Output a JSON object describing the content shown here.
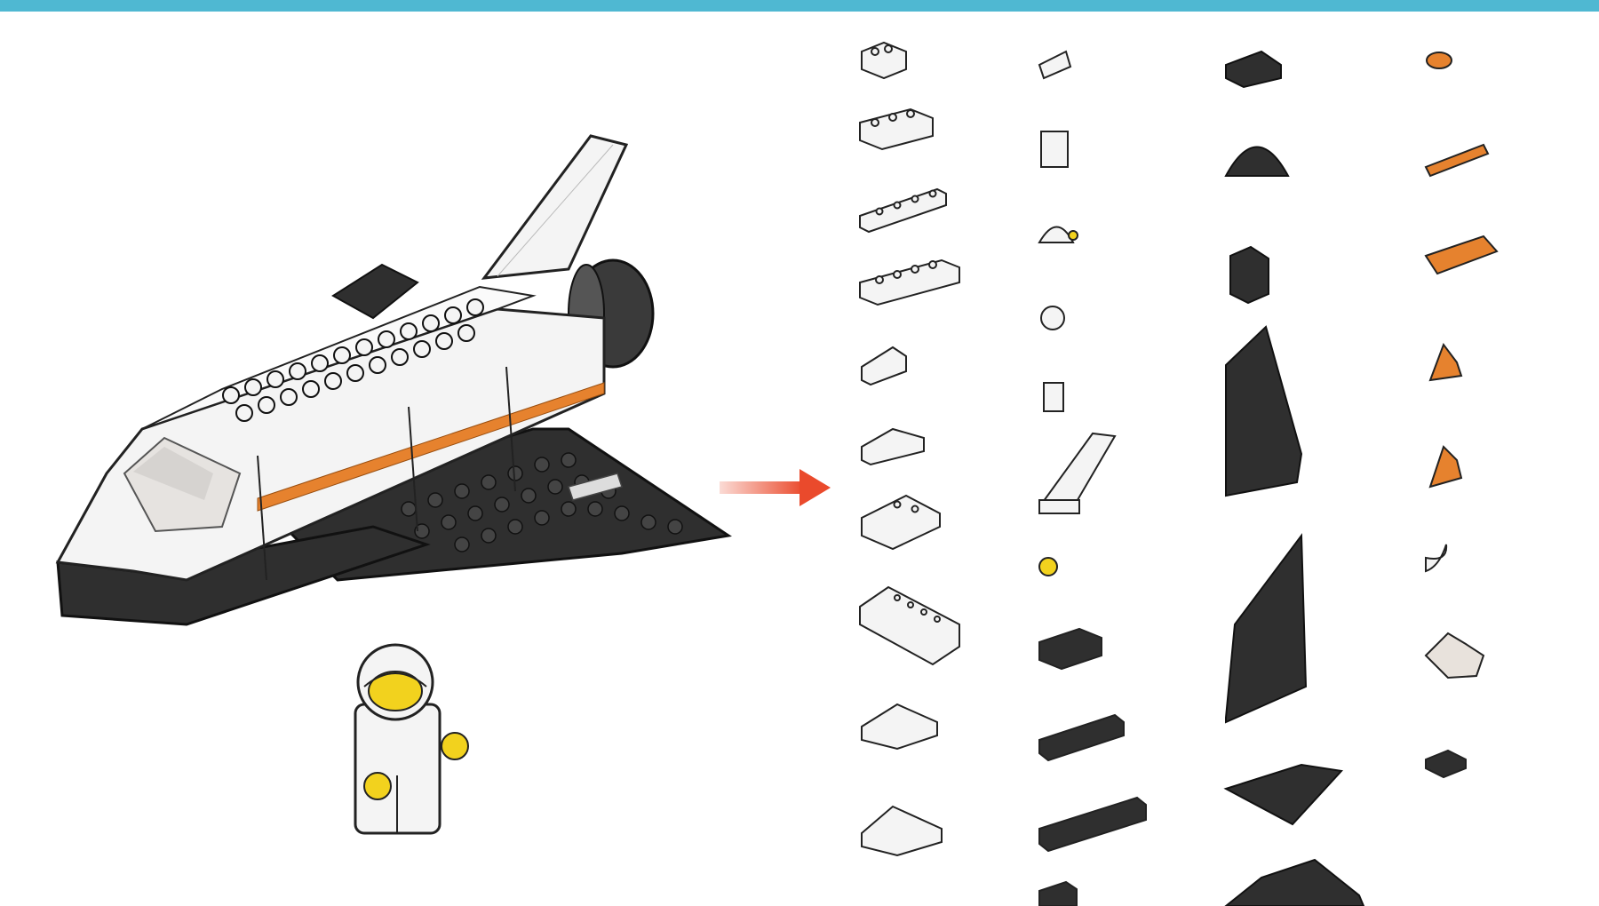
{
  "colors": {
    "top_bar": "#4fb8d2",
    "white_brick": "#f4f4f4",
    "black_brick": "#2f2f2f",
    "orange_brick": "#e6822e",
    "yellow": "#f2d21e",
    "arrow": "#ea4a2c",
    "outline": "#222222"
  },
  "illustration": {
    "model": "space-shuttle",
    "minifigure": "astronaut"
  },
  "parts_columns": [
    {
      "column": "white-bricks",
      "items": [
        "brick-2x2",
        "brick-2x4",
        "brick-1x6",
        "brick-2x6",
        "slope-1x2",
        "slope-2x2",
        "slope-2x4",
        "slope-long-2x8",
        "wedge-2x3",
        "wedge-2x3-curved",
        "brick-small"
      ]
    },
    {
      "column": "white-and-dark-elements",
      "items": [
        "plate-1x2-clip",
        "minifig-torso",
        "helmet-visor",
        "minifig-head",
        "minifig-legs",
        "tail-fin",
        "yellow-stud",
        "dark-brick-2x4",
        "dark-brick-1x6",
        "dark-brick-1x8",
        "dark-brick-1x2"
      ]
    },
    {
      "column": "dark-elements",
      "items": [
        "dark-slope-2x2",
        "dark-cone",
        "dark-bracket",
        "dark-wing-large",
        "dark-wing-large-2",
        "dark-wedge-plate",
        "dark-wedge-plate-2"
      ]
    },
    {
      "column": "orange-and-small-elements",
      "items": [
        "orange-round-plate",
        "orange-plate-1x4",
        "orange-plate-2x4",
        "orange-wedge-left",
        "orange-wedge-right",
        "white-clip",
        "white-seat",
        "dark-plate-2x2"
      ]
    }
  ]
}
